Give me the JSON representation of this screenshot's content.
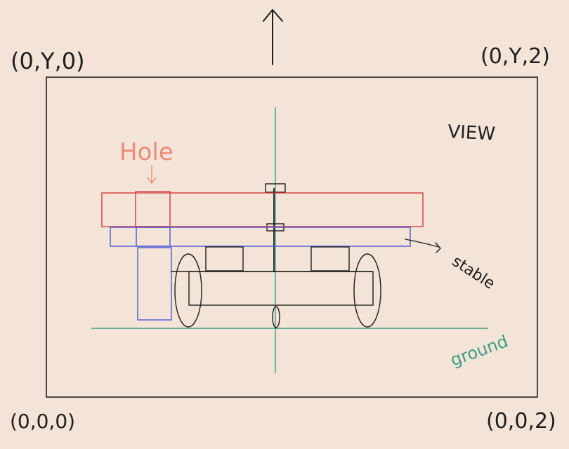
{
  "corners": {
    "top_left": "(0,Y,0)",
    "top_right": "(0,Y,2)",
    "bottom_left": "(0,0,0)",
    "bottom_right": "(0,0,2)"
  },
  "labels": {
    "view": "VIEW",
    "hole": "Hole",
    "stable": "stable",
    "ground": "ground"
  },
  "colors": {
    "background": "#f4e4d8",
    "ink": "#1e1e1e",
    "red": "#d23c3c",
    "blue": "#4a55d6",
    "teal": "#3a9e84",
    "hole_text": "#ec8a78"
  }
}
